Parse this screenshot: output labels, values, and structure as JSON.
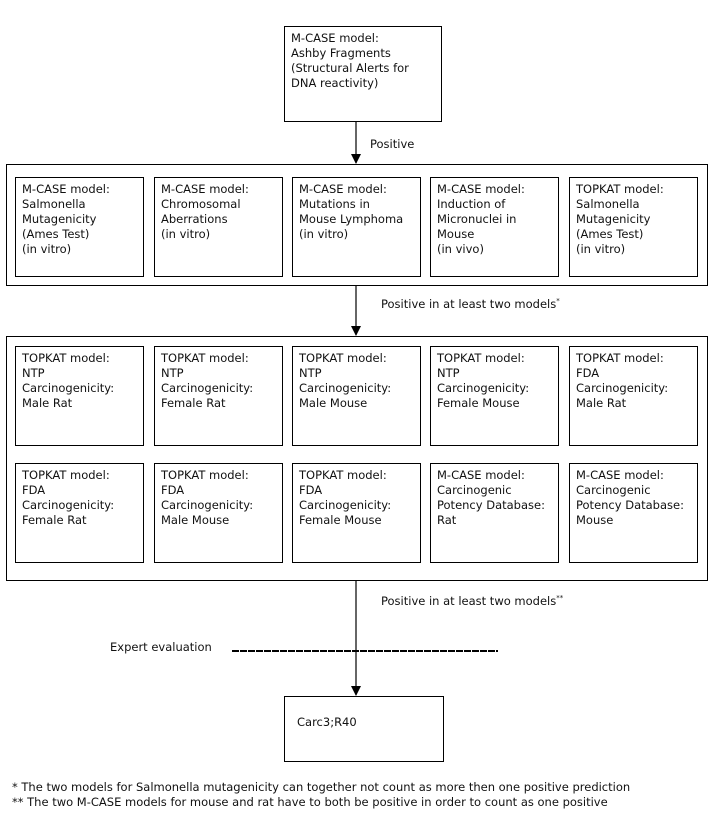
{
  "top_box": {
    "text": "M-CASE model:\nAshby Fragments\n(Structural Alerts for\nDNA reactivity)"
  },
  "arrow1_label": "Positive",
  "genotox_models": [
    "M-CASE model:\nSalmonella\nMutagenicity\n(Ames Test)\n(in vitro)",
    "M-CASE model:\nChromosomal\nAberrations\n(in vitro)",
    "M-CASE model:\nMutations in\nMouse Lymphoma\n(in vitro)",
    "M-CASE model:\nInduction of\nMicronuclei in\nMouse\n(in vivo)",
    "TOPKAT model:\nSalmonella\nMutagenicity\n(Ames Test)\n(in vitro)"
  ],
  "arrow2_label": "Positive in at least two models",
  "arrow2_marker": "*",
  "carcino_models_row1": [
    "TOPKAT model:\nNTP\nCarcinogenicity:\nMale Rat",
    "TOPKAT model:\nNTP\nCarcinogenicity:\nFemale Rat",
    "TOPKAT model:\nNTP\nCarcinogenicity:\nMale Mouse",
    "TOPKAT model:\nNTP\nCarcinogenicity:\nFemale Mouse",
    "TOPKAT model:\nFDA\nCarcinogenicity:\nMale Rat"
  ],
  "carcino_models_row2": [
    "TOPKAT model:\nFDA\nCarcinogenicity:\nFemale Rat",
    "TOPKAT model:\nFDA\nCarcinogenicity:\nMale Mouse",
    "TOPKAT model:\nFDA\nCarcinogenicity:\nFemale Mouse",
    "M-CASE model:\nCarcinogenic\nPotency Database:\nRat",
    "M-CASE model:\nCarcinogenic\nPotency Database:\nMouse"
  ],
  "arrow3_label": "Positive in at least two models",
  "arrow3_marker": "**",
  "expert_label": "Expert evaluation",
  "result_box": {
    "text": "Carc3;R40"
  },
  "footnotes": [
    "* The two models for Salmonella mutagenicity can together not count as more then one positive prediction",
    "** The two M-CASE models for mouse and rat have to both be positive in order to count as one positive"
  ]
}
